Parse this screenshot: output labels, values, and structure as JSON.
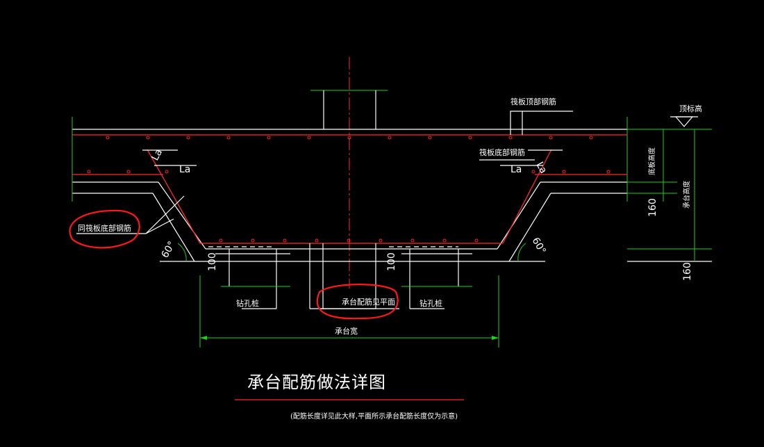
{
  "drawing": {
    "title": "承台配筋做法详图",
    "subtitle": "(配筋长度详见此大样,平面所示承台配筋长度仅为示意)",
    "labels": {
      "raft_top_rebar": "筏板顶部钢筋",
      "raft_bottom_rebar": "筏板底部钢筋",
      "same_raft_bottom_rebar": "同筏板底部钢筋",
      "top_elevation": "顶标高",
      "bottom_plate_height": "底板高度",
      "cap_height": "承台高度",
      "bored_pile_left": "钻孔桩",
      "bored_pile_right": "钻孔桩",
      "cap_rebar_see_plan": "承台配筋见平面",
      "cap_width": "承台宽",
      "la_left_1": "La",
      "la_left_2": "La",
      "la_right_1": "La",
      "la_right_2": "La",
      "angle_left": "60°",
      "angle_right": "60°",
      "dim_100_left": "100",
      "dim_100_right": "100",
      "dim_160_upper": "160",
      "dim_160_lower": "160"
    },
    "colors": {
      "background": "#000000",
      "outline": "#ffffff",
      "rebar": "#ff2a2a",
      "dimension": "#19d219",
      "annotation_highlight": "#ff1a1a"
    }
  }
}
